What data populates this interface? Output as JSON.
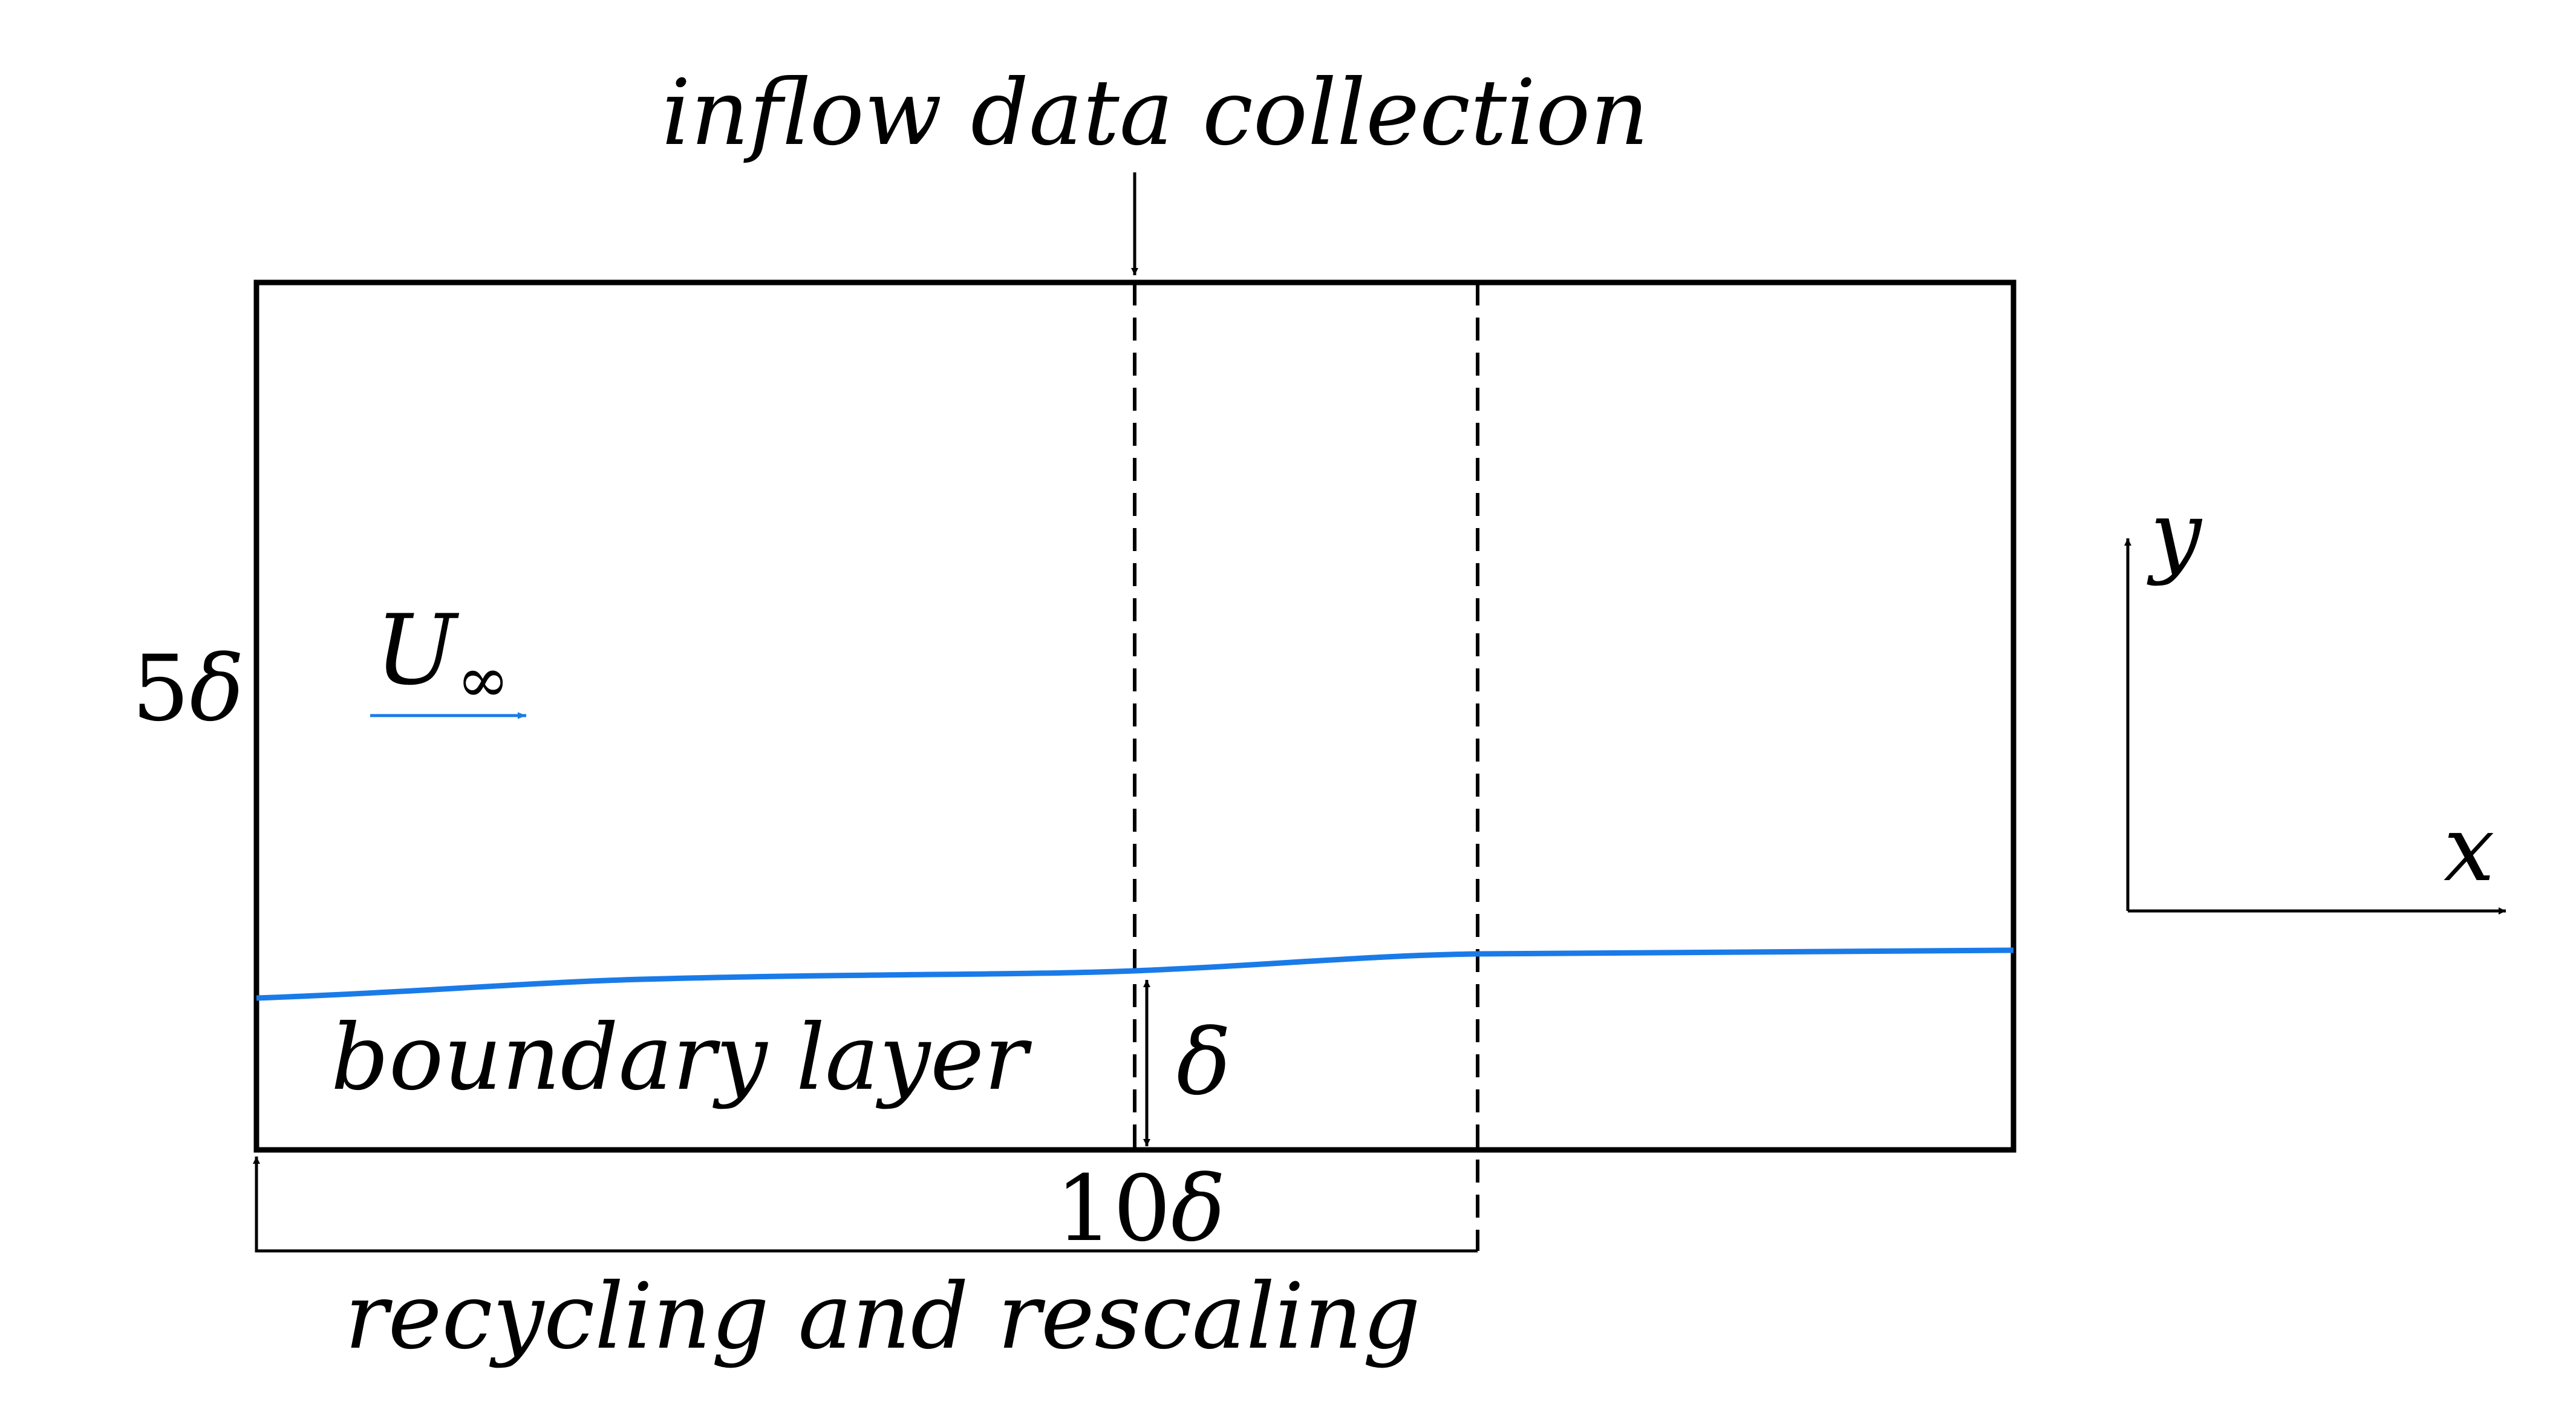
{
  "labels": {
    "inflow": "inflow data collection",
    "boundary_layer": "boundary layer",
    "recycling": "recycling and rescaling",
    "height_num": "5",
    "length_num": "10",
    "delta": "δ",
    "u_symbol": "U",
    "u_subscript": "∞",
    "x_axis": "x",
    "y_axis": "y"
  },
  "colors": {
    "stroke": "#000000",
    "flow": "#1a7be8",
    "background": "#ffffff"
  }
}
